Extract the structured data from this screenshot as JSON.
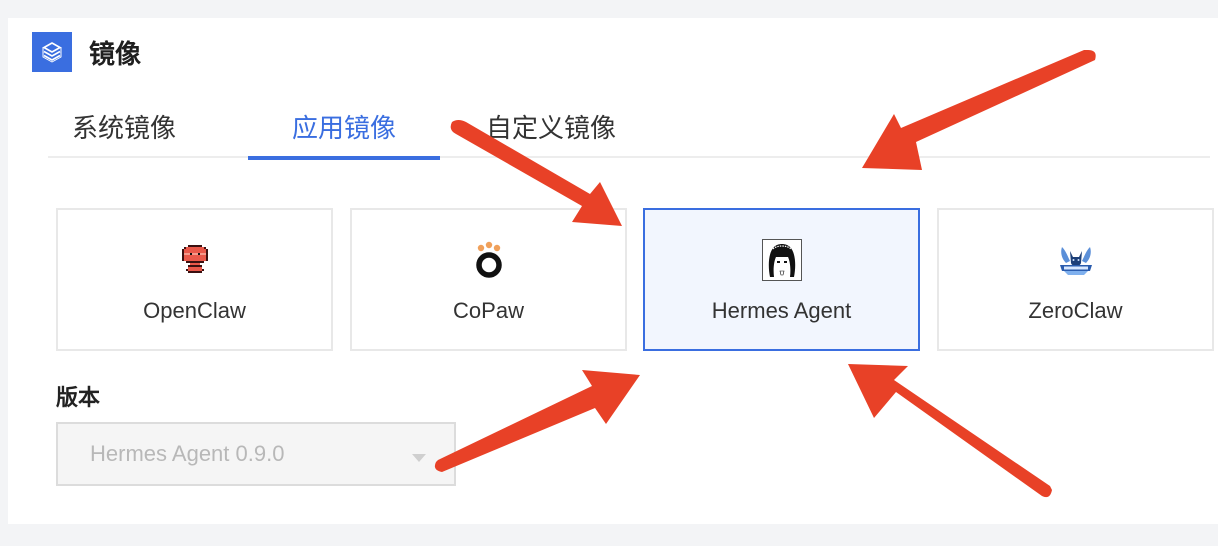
{
  "colors": {
    "accent": "#3a6ee0",
    "selected_bg": "#f2f6fe",
    "arrow": "#e84127",
    "page_bg": "#f3f4f6"
  },
  "header": {
    "icon": "layers-icon",
    "title": "镜像"
  },
  "tabs": [
    {
      "label": "系统镜像",
      "active": false
    },
    {
      "label": "应用镜像",
      "active": true
    },
    {
      "label": "自定义镜像",
      "active": false
    }
  ],
  "cards": [
    {
      "label": "OpenClaw",
      "icon": "openclaw-robot-icon",
      "selected": false
    },
    {
      "label": "CoPaw",
      "icon": "copaw-paw-icon",
      "selected": false
    },
    {
      "label": "Hermes Agent",
      "icon": "hermes-avatar-icon",
      "selected": true
    },
    {
      "label": "ZeroClaw",
      "icon": "zeroclaw-logo-icon",
      "selected": false
    }
  ],
  "version": {
    "label": "版本",
    "selected": "Hermes Agent 0.9.0",
    "disabled": true
  },
  "annotations": {
    "arrows": 4,
    "target": "Hermes Agent"
  }
}
